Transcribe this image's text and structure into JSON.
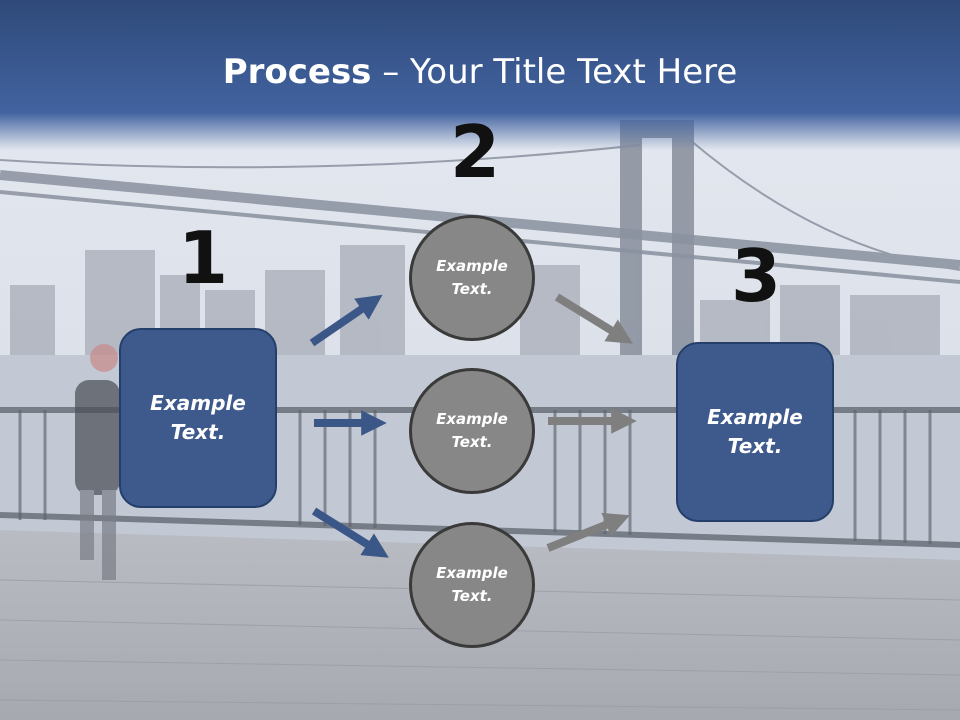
{
  "slide": {
    "title_bold": "Process",
    "title_rest": " – Your Title Text Here",
    "step_numbers": [
      "1",
      "2",
      "3"
    ],
    "left_box": "Example\nText.",
    "right_box": "Example\nText.",
    "circles": [
      "Example\nText.",
      "Example\nText.",
      "Example\nText."
    ]
  },
  "colors": {
    "title_band": "#3c5a8e",
    "box_fill": "#3e5a8c",
    "circle_fill": "#878787",
    "blue_arrow": "#3b5788",
    "gray_arrow": "#7f7f7f"
  },
  "background": {
    "scene": "bridge-waterfront-photo"
  }
}
